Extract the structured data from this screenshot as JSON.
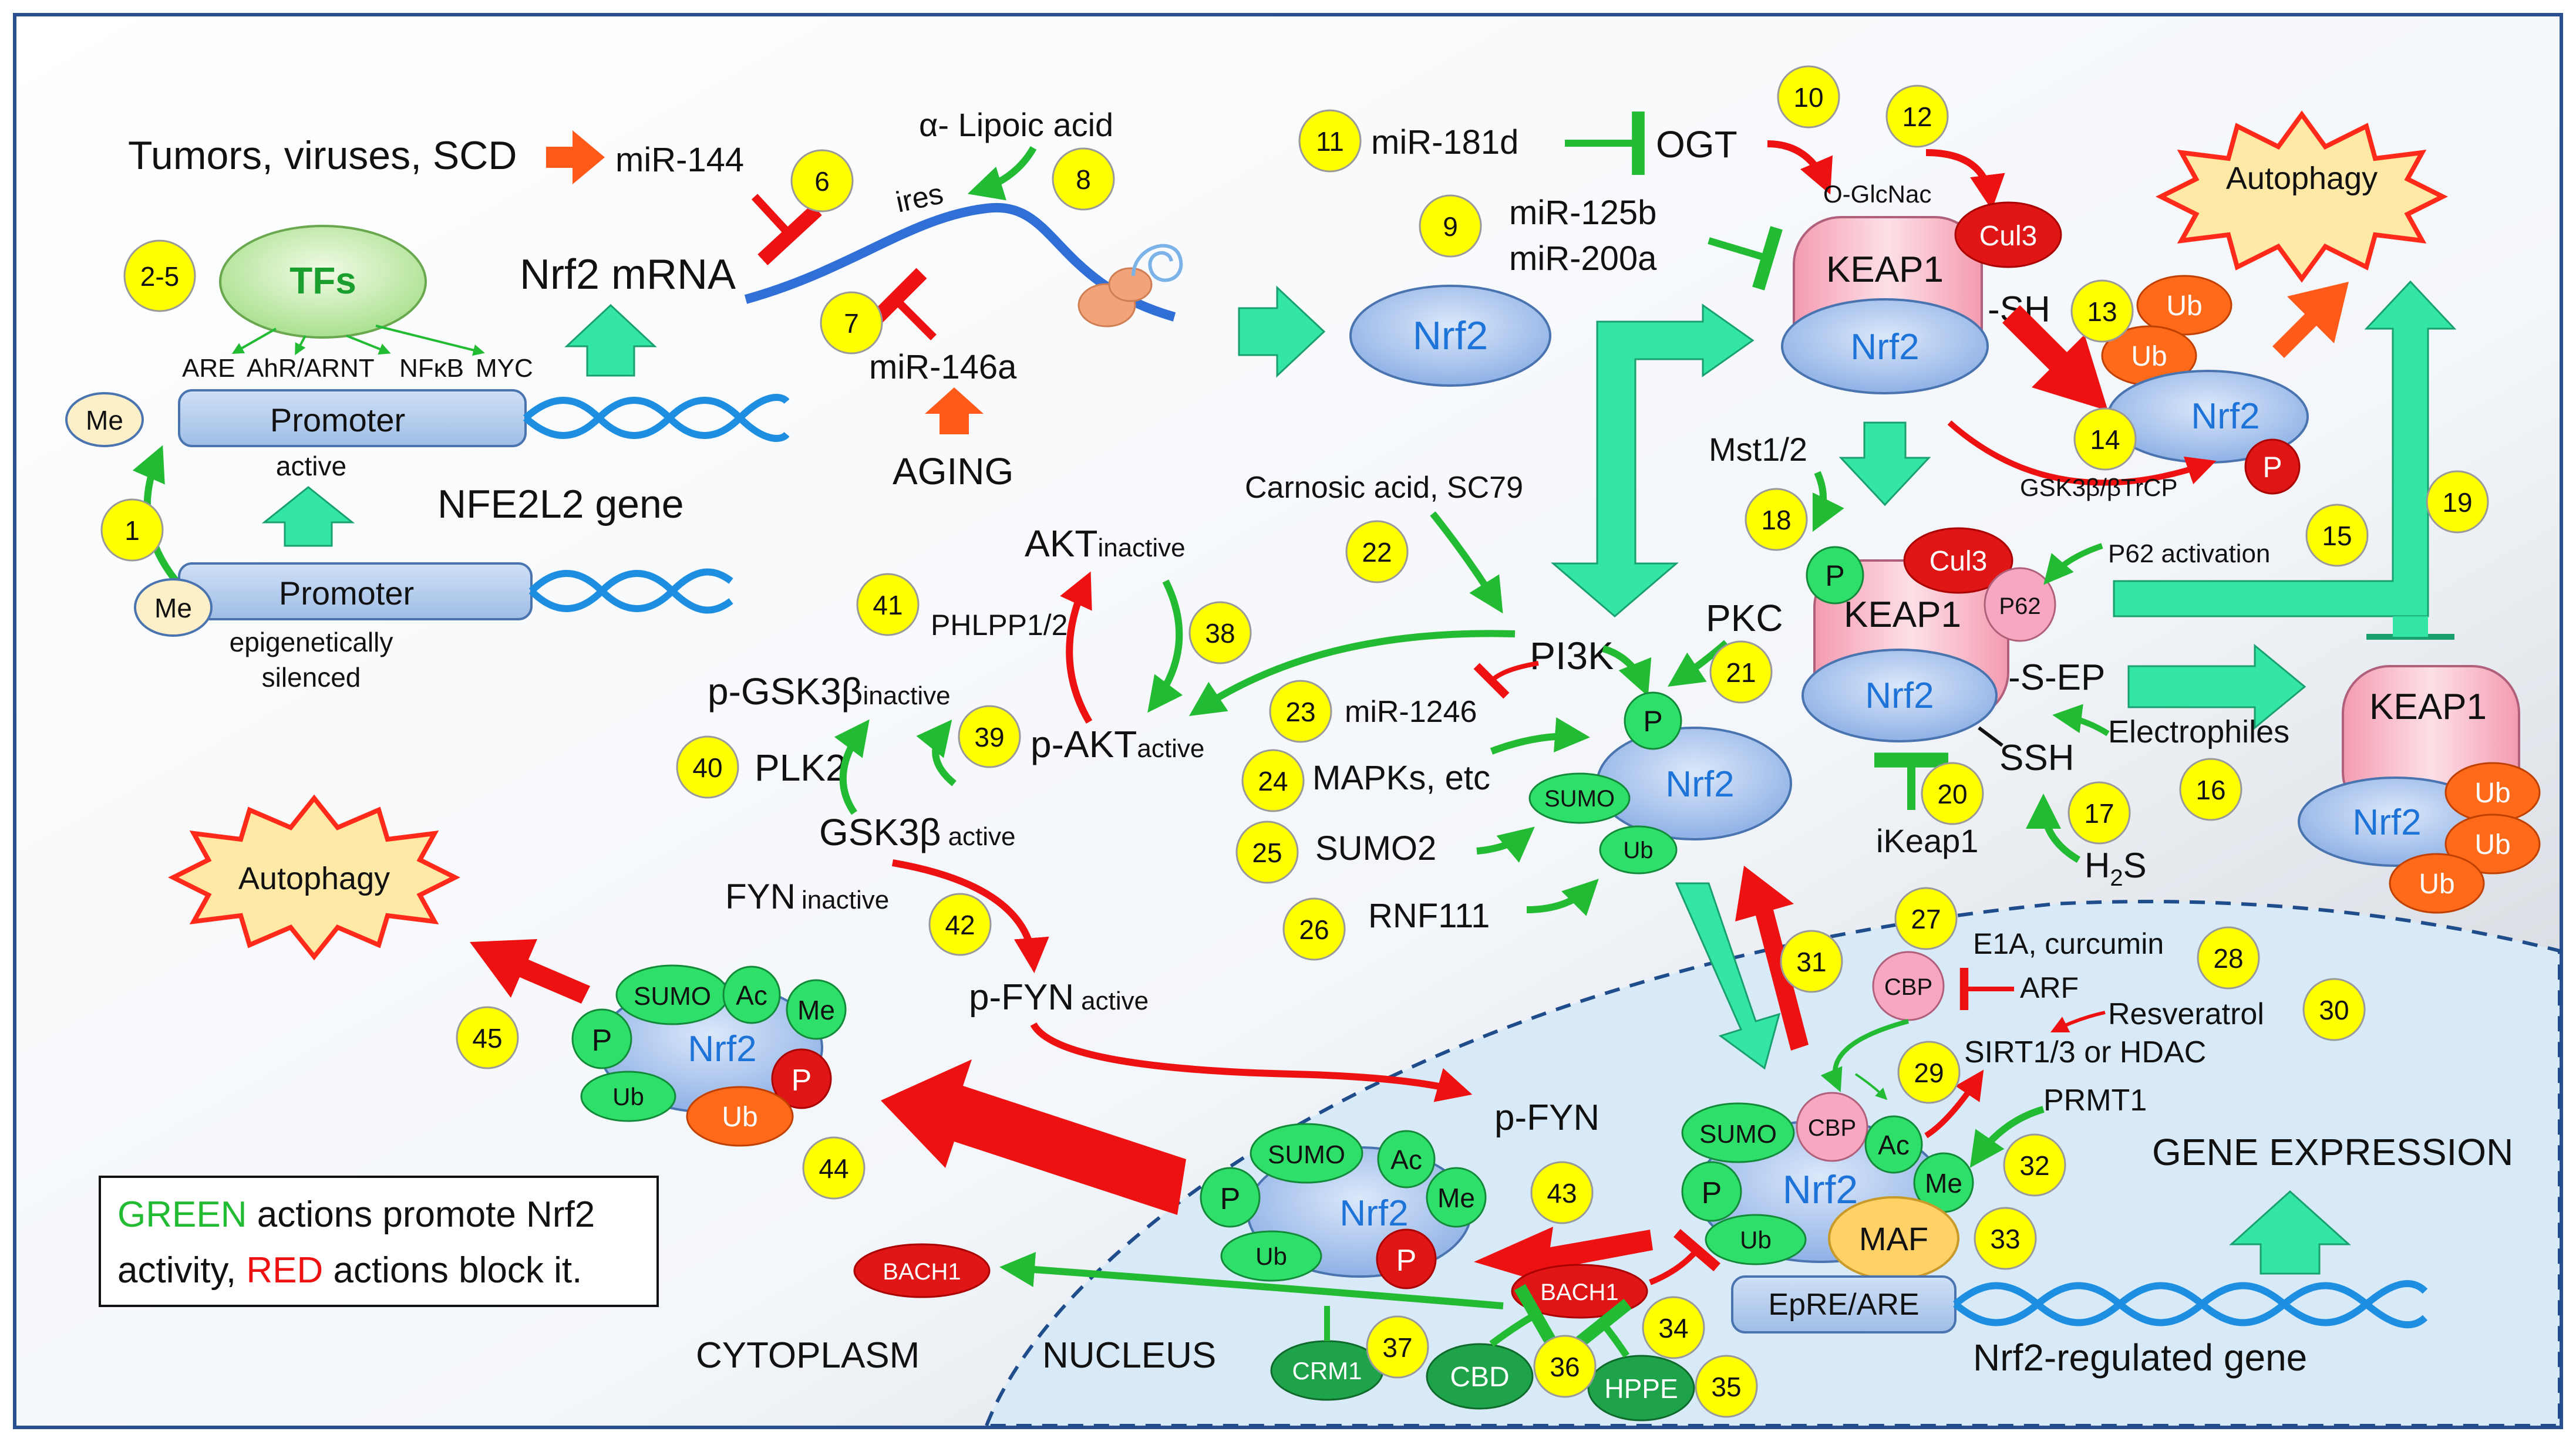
{
  "colors": {
    "green": "#22bb33",
    "red": "#ee1111",
    "teal": "#33e6a6",
    "orange": "#ff5a1a",
    "yellow": "#ffff00",
    "blue_text": "#1e73d8",
    "nrf2_fill": "#a7c3ec",
    "keap1_fill": "#f7b8c6",
    "nucleus_fill": "#d8eaf8"
  },
  "labels": {
    "tumors": "Tumors, viruses, SCD",
    "mir144": "miR-144",
    "lipoic": "α- Lipoic acid",
    "ires": "ires",
    "nrf2_mrna": "Nrf2 mRNA",
    "tfs": "TFs",
    "are": "ARE",
    "ahr": "AhR/ARNT",
    "nfkb": "NFκB",
    "myc": "MYC",
    "promoter": "Promoter",
    "active": "active",
    "nfe2l2": "NFE2L2 gene",
    "me": "Me",
    "epi1": "epigenetically",
    "epi2": "silenced",
    "mir146a": "miR-146a",
    "aging": "AGING",
    "nrf2": "Nrf2",
    "mir181d": "miR-181d",
    "ogt": "OGT",
    "mir125b": "miR-125b",
    "mir200a": "miR-200a",
    "oglcnac": "O-GlcNac",
    "keap1": "KEAP1",
    "cul3": "Cul3",
    "sh": "-SH",
    "ub": "Ub",
    "p": "P",
    "autophagy": "Autophagy",
    "gsk_trcp": "GSK3β/βTrCP",
    "mst12": "Mst1/2",
    "p62": "P62",
    "p62act": "P62 activation",
    "sep": "-S-EP",
    "ssh": "SSH",
    "electrophiles": "Electrophiles",
    "ikeap1": "iKeap1",
    "h2s": "H",
    "h2s_sub": "2",
    "h2s_end": "S",
    "carnosic": "Carnosic acid, SC79",
    "akt": "AKT",
    "inactive": "inactive",
    "phlpp": "PHLPP1/2",
    "pi3k": "PI3K",
    "pkc": "PKC",
    "pgsk": "p-GSK3β",
    "pakt": "p-AKT",
    "active_sub": "active",
    "mir1246": "miR-1246",
    "plk2": "PLK2",
    "mapks": "MAPKs, etc",
    "gsk_active": "GSK3β",
    "sumo": "SUMO",
    "sumo2": "SUMO2",
    "rnf111": "RNF111",
    "fyn": "FYN",
    "pfyn": "p-FYN",
    "ac": "Ac",
    "cbp": "CBP",
    "e1a": "E1A, curcumin",
    "arf": "ARF",
    "resveratrol": "Resveratrol",
    "sirt": "SIRT1/3 or HDAC",
    "prmt1": "PRMT1",
    "gene_expr": "GENE EXPRESSION",
    "maf": "MAF",
    "epre": "EpRE/ARE",
    "nrf2gene": "Nrf2-regulated gene",
    "bach1": "BACH1",
    "crm1": "CRM1",
    "cbd": "CBD",
    "hppe": "HPPE",
    "cytoplasm": "CYTOPLASM",
    "nucleus": "NUCLEUS"
  },
  "legend": {
    "green_word": "GREEN",
    "line1_rest": " actions promote Nrf2",
    "line2_start": "activity, ",
    "red_word": "RED",
    "line2_rest": " actions block it."
  },
  "numbers": [
    "2-5",
    "1",
    "6",
    "7",
    "8",
    "9",
    "10",
    "11",
    "12",
    "13",
    "14",
    "15",
    "16",
    "17",
    "18",
    "19",
    "20",
    "21",
    "22",
    "23",
    "24",
    "25",
    "26",
    "27",
    "28",
    "29",
    "30",
    "31",
    "32",
    "33",
    "34",
    "35",
    "36",
    "37",
    "38",
    "39",
    "40",
    "41",
    "42",
    "43",
    "44",
    "45"
  ]
}
